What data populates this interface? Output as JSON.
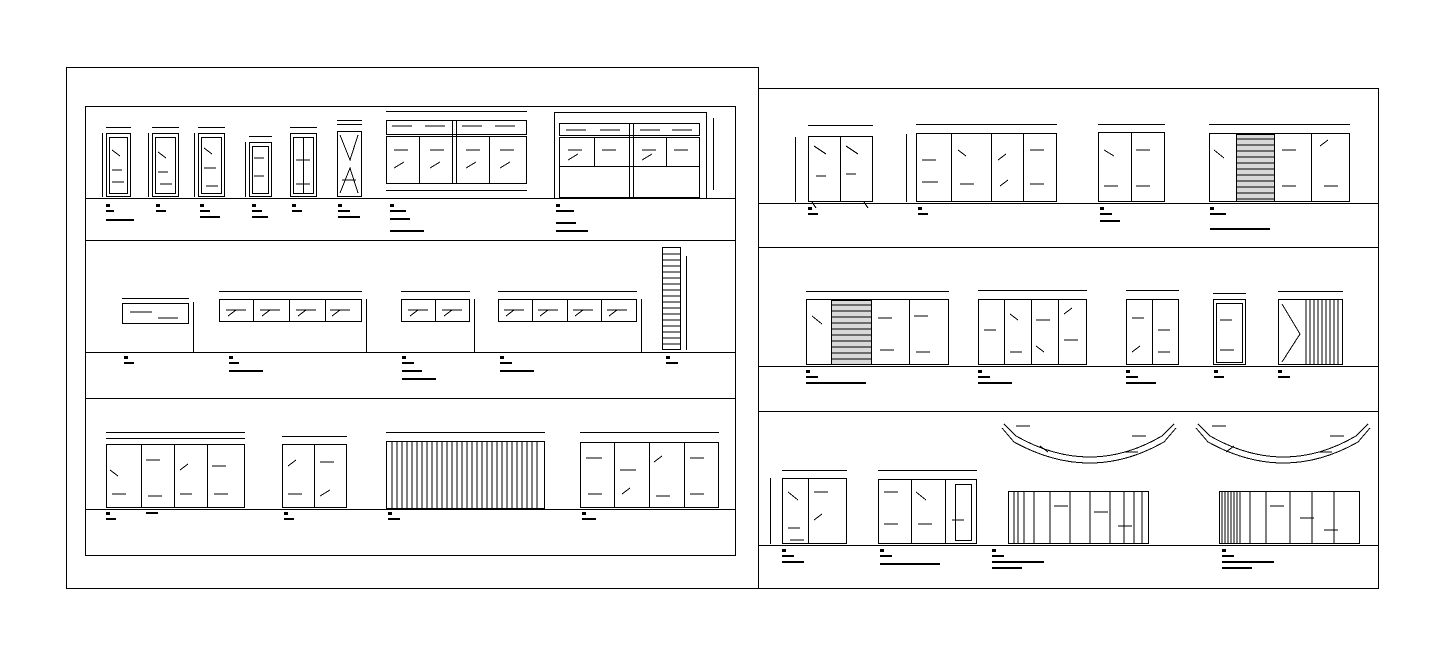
{
  "drawing": {
    "background": "#ffffff",
    "line_color": "#000000",
    "sheets": [
      {
        "id": "left-sheet",
        "rows": 3
      },
      {
        "id": "right-sheet",
        "rows": 3
      }
    ],
    "elevation_types": [
      "single-door",
      "double-door",
      "multi-panel-cabinet",
      "slatted-screen",
      "curved-wall-plan"
    ]
  }
}
